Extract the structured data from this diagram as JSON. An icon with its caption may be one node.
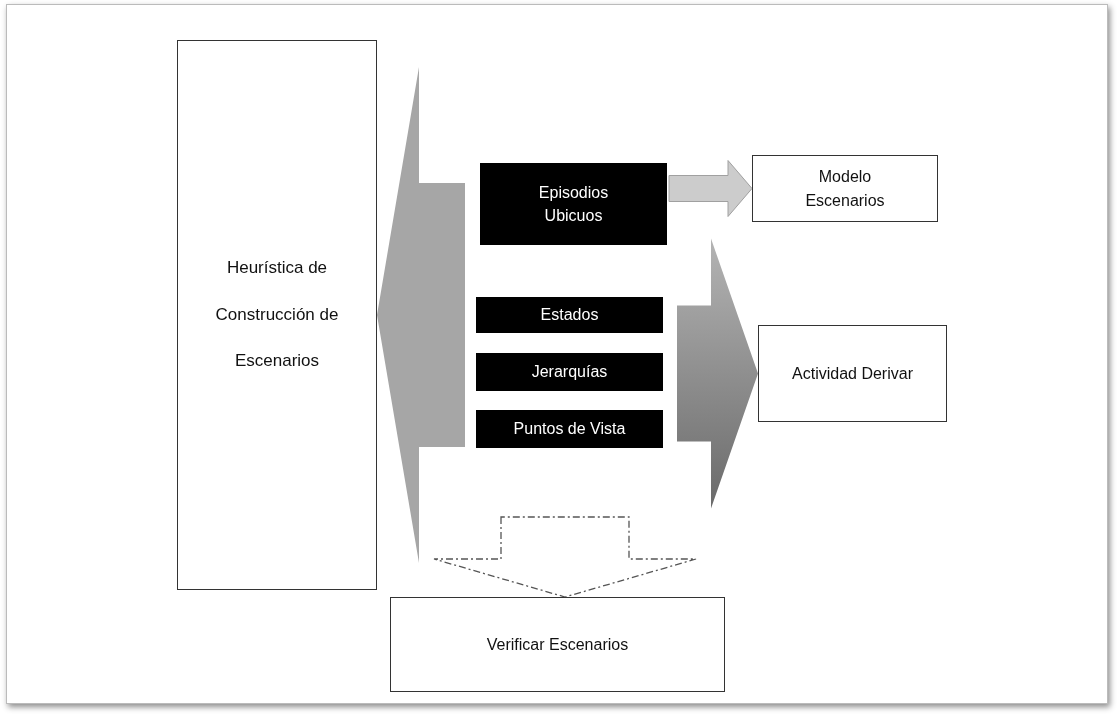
{
  "diagram": {
    "nodes": [
      {
        "text": [
          "Heurística de Construcción de Escenarios"
        ]
      },
      {
        "text": [
          "Episodios Ubicuos"
        ]
      },
      {
        "text": [
          "Modelo Escenarios"
        ]
      },
      {
        "text": [
          "Estados"
        ]
      },
      {
        "text": [
          "Jerarquías"
        ]
      },
      {
        "text": [
          "Puntos de Vista"
        ]
      },
      {
        "text": [
          "Actividad Derivar"
        ]
      },
      {
        "text": [
          "Verificar Escenarios"
        ]
      }
    ],
    "edges": [
      {
        "from": 1,
        "to": 0,
        "arrow": "to"
      },
      {
        "from": 3,
        "to": 0,
        "arrow": "to"
      },
      {
        "from": 4,
        "to": 0,
        "arrow": "to"
      },
      {
        "from": 5,
        "to": 0,
        "arrow": "to"
      },
      {
        "from": 1,
        "to": 2,
        "arrow": "to",
        "color": "#cccccc"
      },
      {
        "from": 3,
        "to": 6,
        "arrow": "to"
      },
      {
        "from": 4,
        "to": 6,
        "arrow": "to"
      },
      {
        "from": 5,
        "to": 6,
        "arrow": "to"
      },
      {
        "from": null,
        "to": 7,
        "arrow": "to",
        "style": "dashed"
      }
    ]
  }
}
